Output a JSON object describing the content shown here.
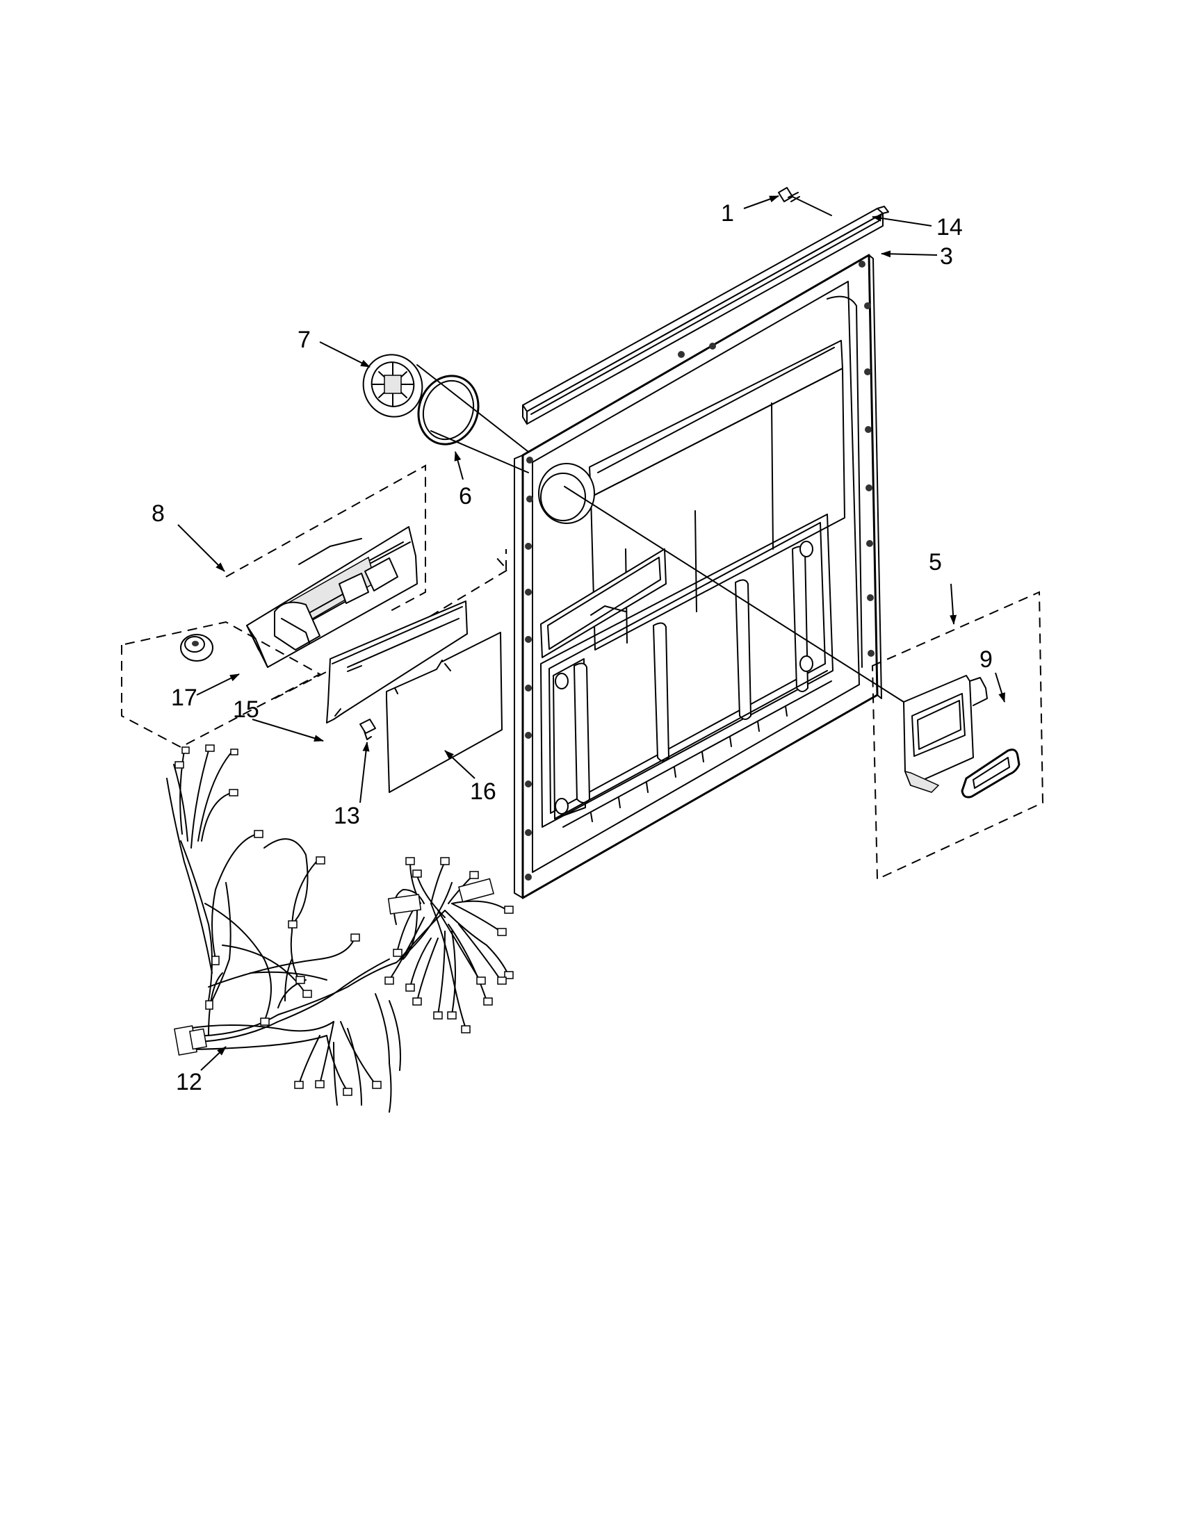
{
  "labels": {
    "p1": "1",
    "p3": "3",
    "p5": "5",
    "p6": "6",
    "p7": "7",
    "p8": "8",
    "p9": "9",
    "p12": "12",
    "p13": "13",
    "p14": "14",
    "p15": "15",
    "p16": "16",
    "p17": "17"
  },
  "colors": {
    "line": "#000000",
    "background": "#ffffff"
  }
}
